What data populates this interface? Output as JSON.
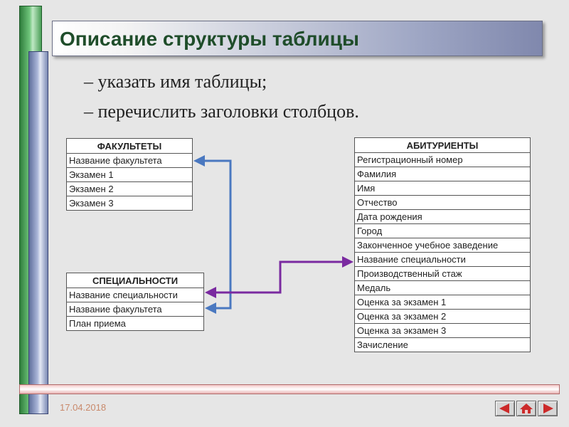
{
  "slide": {
    "title": "Описание структуры таблицы",
    "bullets": [
      "– указать имя таблицы;",
      "– перечислить заголовки столбцов."
    ],
    "date": "17.04.2018"
  },
  "tables": {
    "faculties": {
      "header": "ФАКУЛЬТЕТЫ",
      "rows": [
        "Название факультета",
        "Экзамен 1",
        "Экзамен 2",
        "Экзамен 3"
      ]
    },
    "specialties": {
      "header": "СПЕЦИАЛЬНОСТИ",
      "rows": [
        "Название специальности",
        "Название факультета",
        "План приема"
      ]
    },
    "applicants": {
      "header": "АБИТУРИЕНТЫ",
      "rows": [
        "Регистрационный номер",
        "Фамилия",
        "Имя",
        "Отчество",
        "Дата рождения",
        "Город",
        "Законченное учебное заведение",
        "Название специальности",
        "Производственный стаж",
        "Медаль",
        "Оценка за экзамен 1",
        "Оценка за экзамен 2",
        "Оценка за экзамен 3",
        "Зачисление"
      ]
    }
  },
  "links": [
    {
      "from": "ФАКУЛЬТЕТЫ.Название факультета",
      "to": "СПЕЦИАЛЬНОСТИ.Название факультета",
      "color": "#4a78c0"
    },
    {
      "from": "СПЕЦИАЛЬНОСТИ.Название специальности",
      "to": "АБИТУРИЕНТЫ.Название специальности",
      "color": "#7a2aa0"
    }
  ],
  "icons": {
    "prev": "arrow-left-icon",
    "home": "home-icon",
    "next": "arrow-right-icon"
  },
  "colors": {
    "title_text": "#1f4d2a",
    "date_text": "#c9896b",
    "nav_red": "#cc2a2a"
  }
}
